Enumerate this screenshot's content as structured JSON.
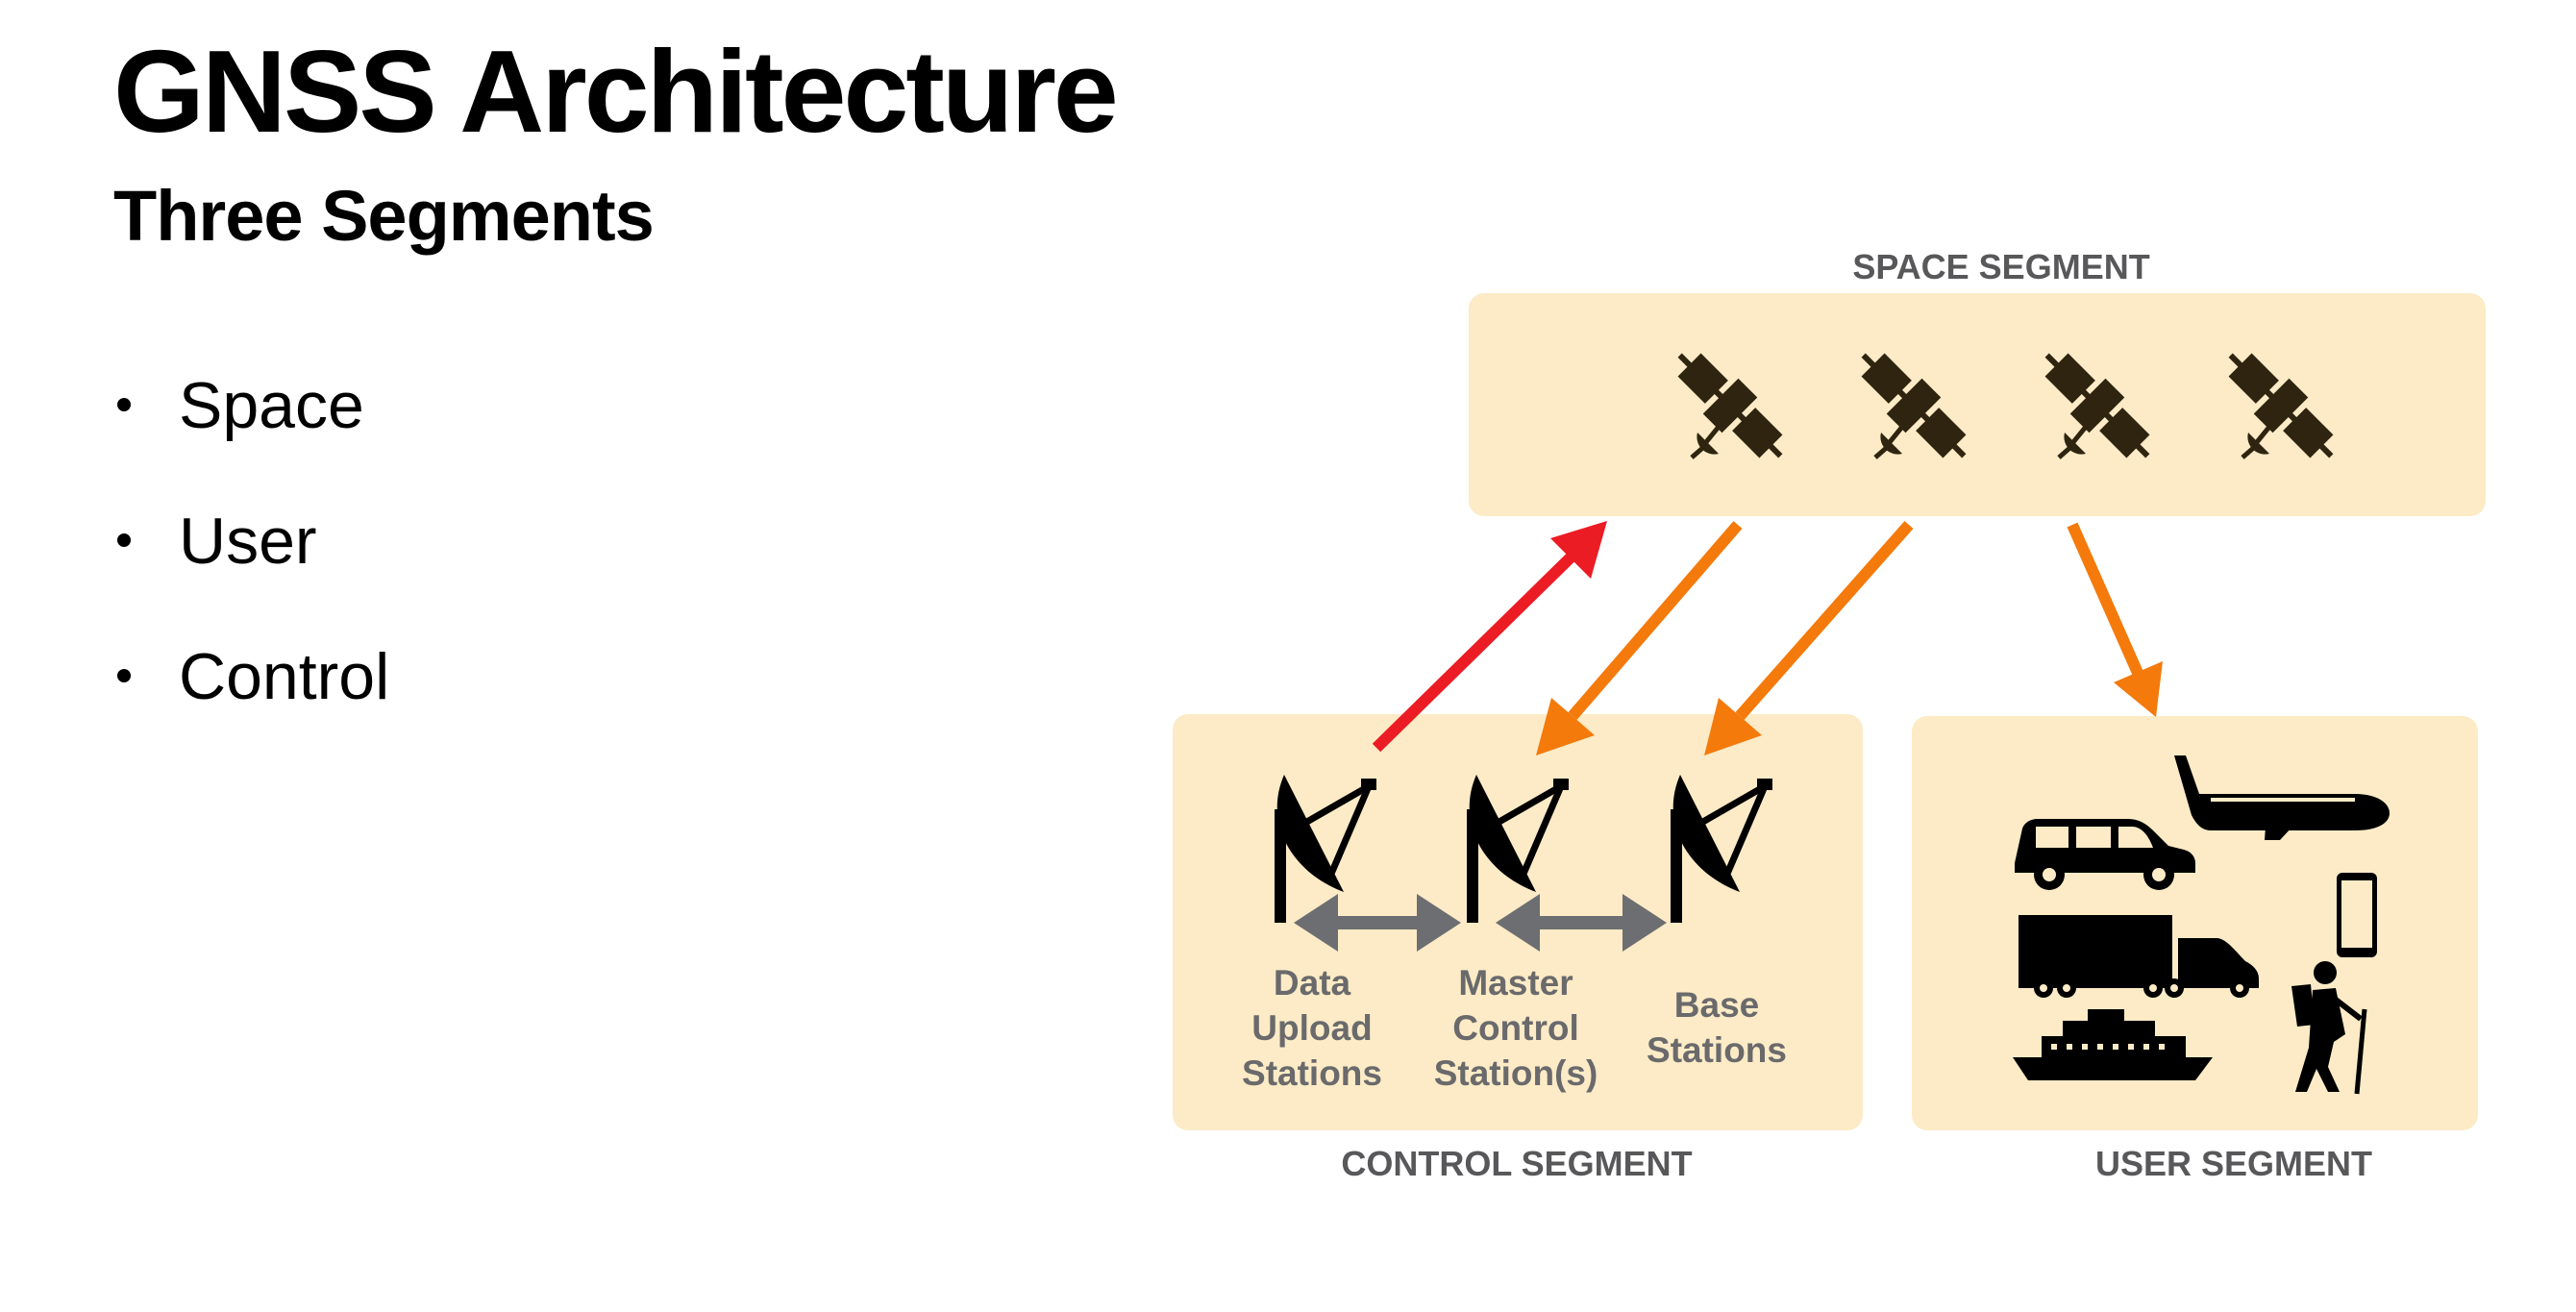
{
  "title": "GNSS Architecture",
  "subtitle": "Three Segments",
  "bullets": [
    "Space",
    "User",
    "Control"
  ],
  "diagram": {
    "space_segment_label": "SPACE SEGMENT",
    "control_segment_label": "CONTROL SEGMENT",
    "user_segment_label": "USER SEGMENT",
    "stations": [
      {
        "lines": [
          "Data",
          "Upload",
          "Stations"
        ]
      },
      {
        "lines": [
          "Master",
          "Control",
          "Station(s)"
        ]
      },
      {
        "lines": [
          "Base",
          "Stations"
        ]
      }
    ],
    "satellite_icon": "satellite-icon",
    "dish_icon": "satellite-dish-icon",
    "user_icons": [
      "car-icon",
      "airplane-icon",
      "truck-icon",
      "smartphone-icon",
      "ship-icon",
      "hiker-icon"
    ],
    "colors": {
      "panel": "#fcebc6",
      "icon": "#2e2410",
      "uplink_arrow": "#ec1c24",
      "downlink_arrow": "#f47a0c",
      "station_link_arrow": "#6d6e71",
      "label": "#58585a"
    }
  }
}
